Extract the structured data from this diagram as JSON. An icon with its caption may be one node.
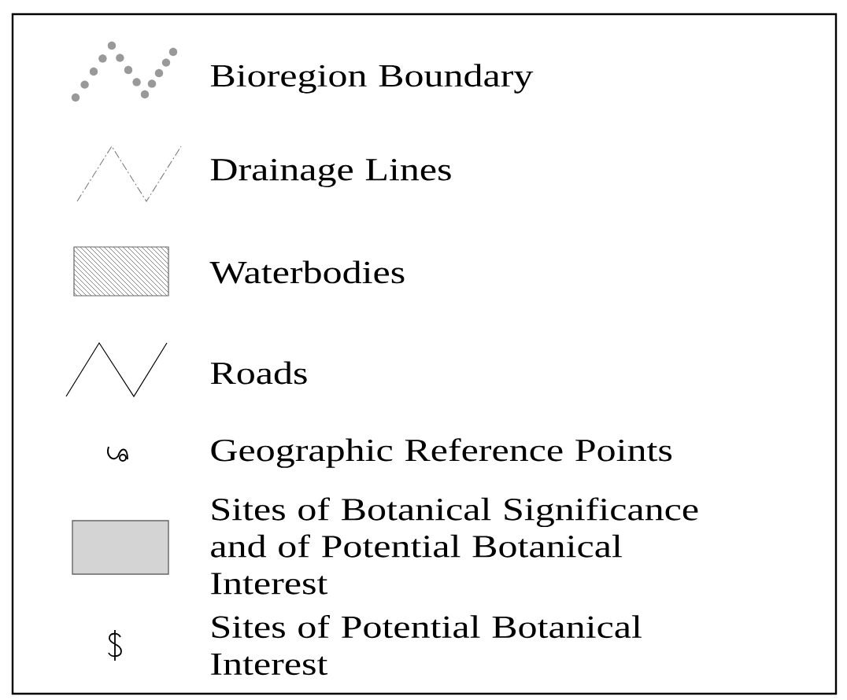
{
  "diagram": {
    "legend": [
      {
        "text": "Bioregion Boundary"
      },
      {
        "text": "Drainage Lines"
      },
      {
        "text": "Waterbodies"
      },
      {
        "text": "Roads"
      },
      {
        "text": "Geographic Reference Points"
      },
      {
        "text": "Sites of Botanical Significance and of Potential Botanical Interest",
        "color": "#d4d4d4"
      },
      {
        "text": "Sites of Potential Botanical Interest"
      }
    ]
  }
}
